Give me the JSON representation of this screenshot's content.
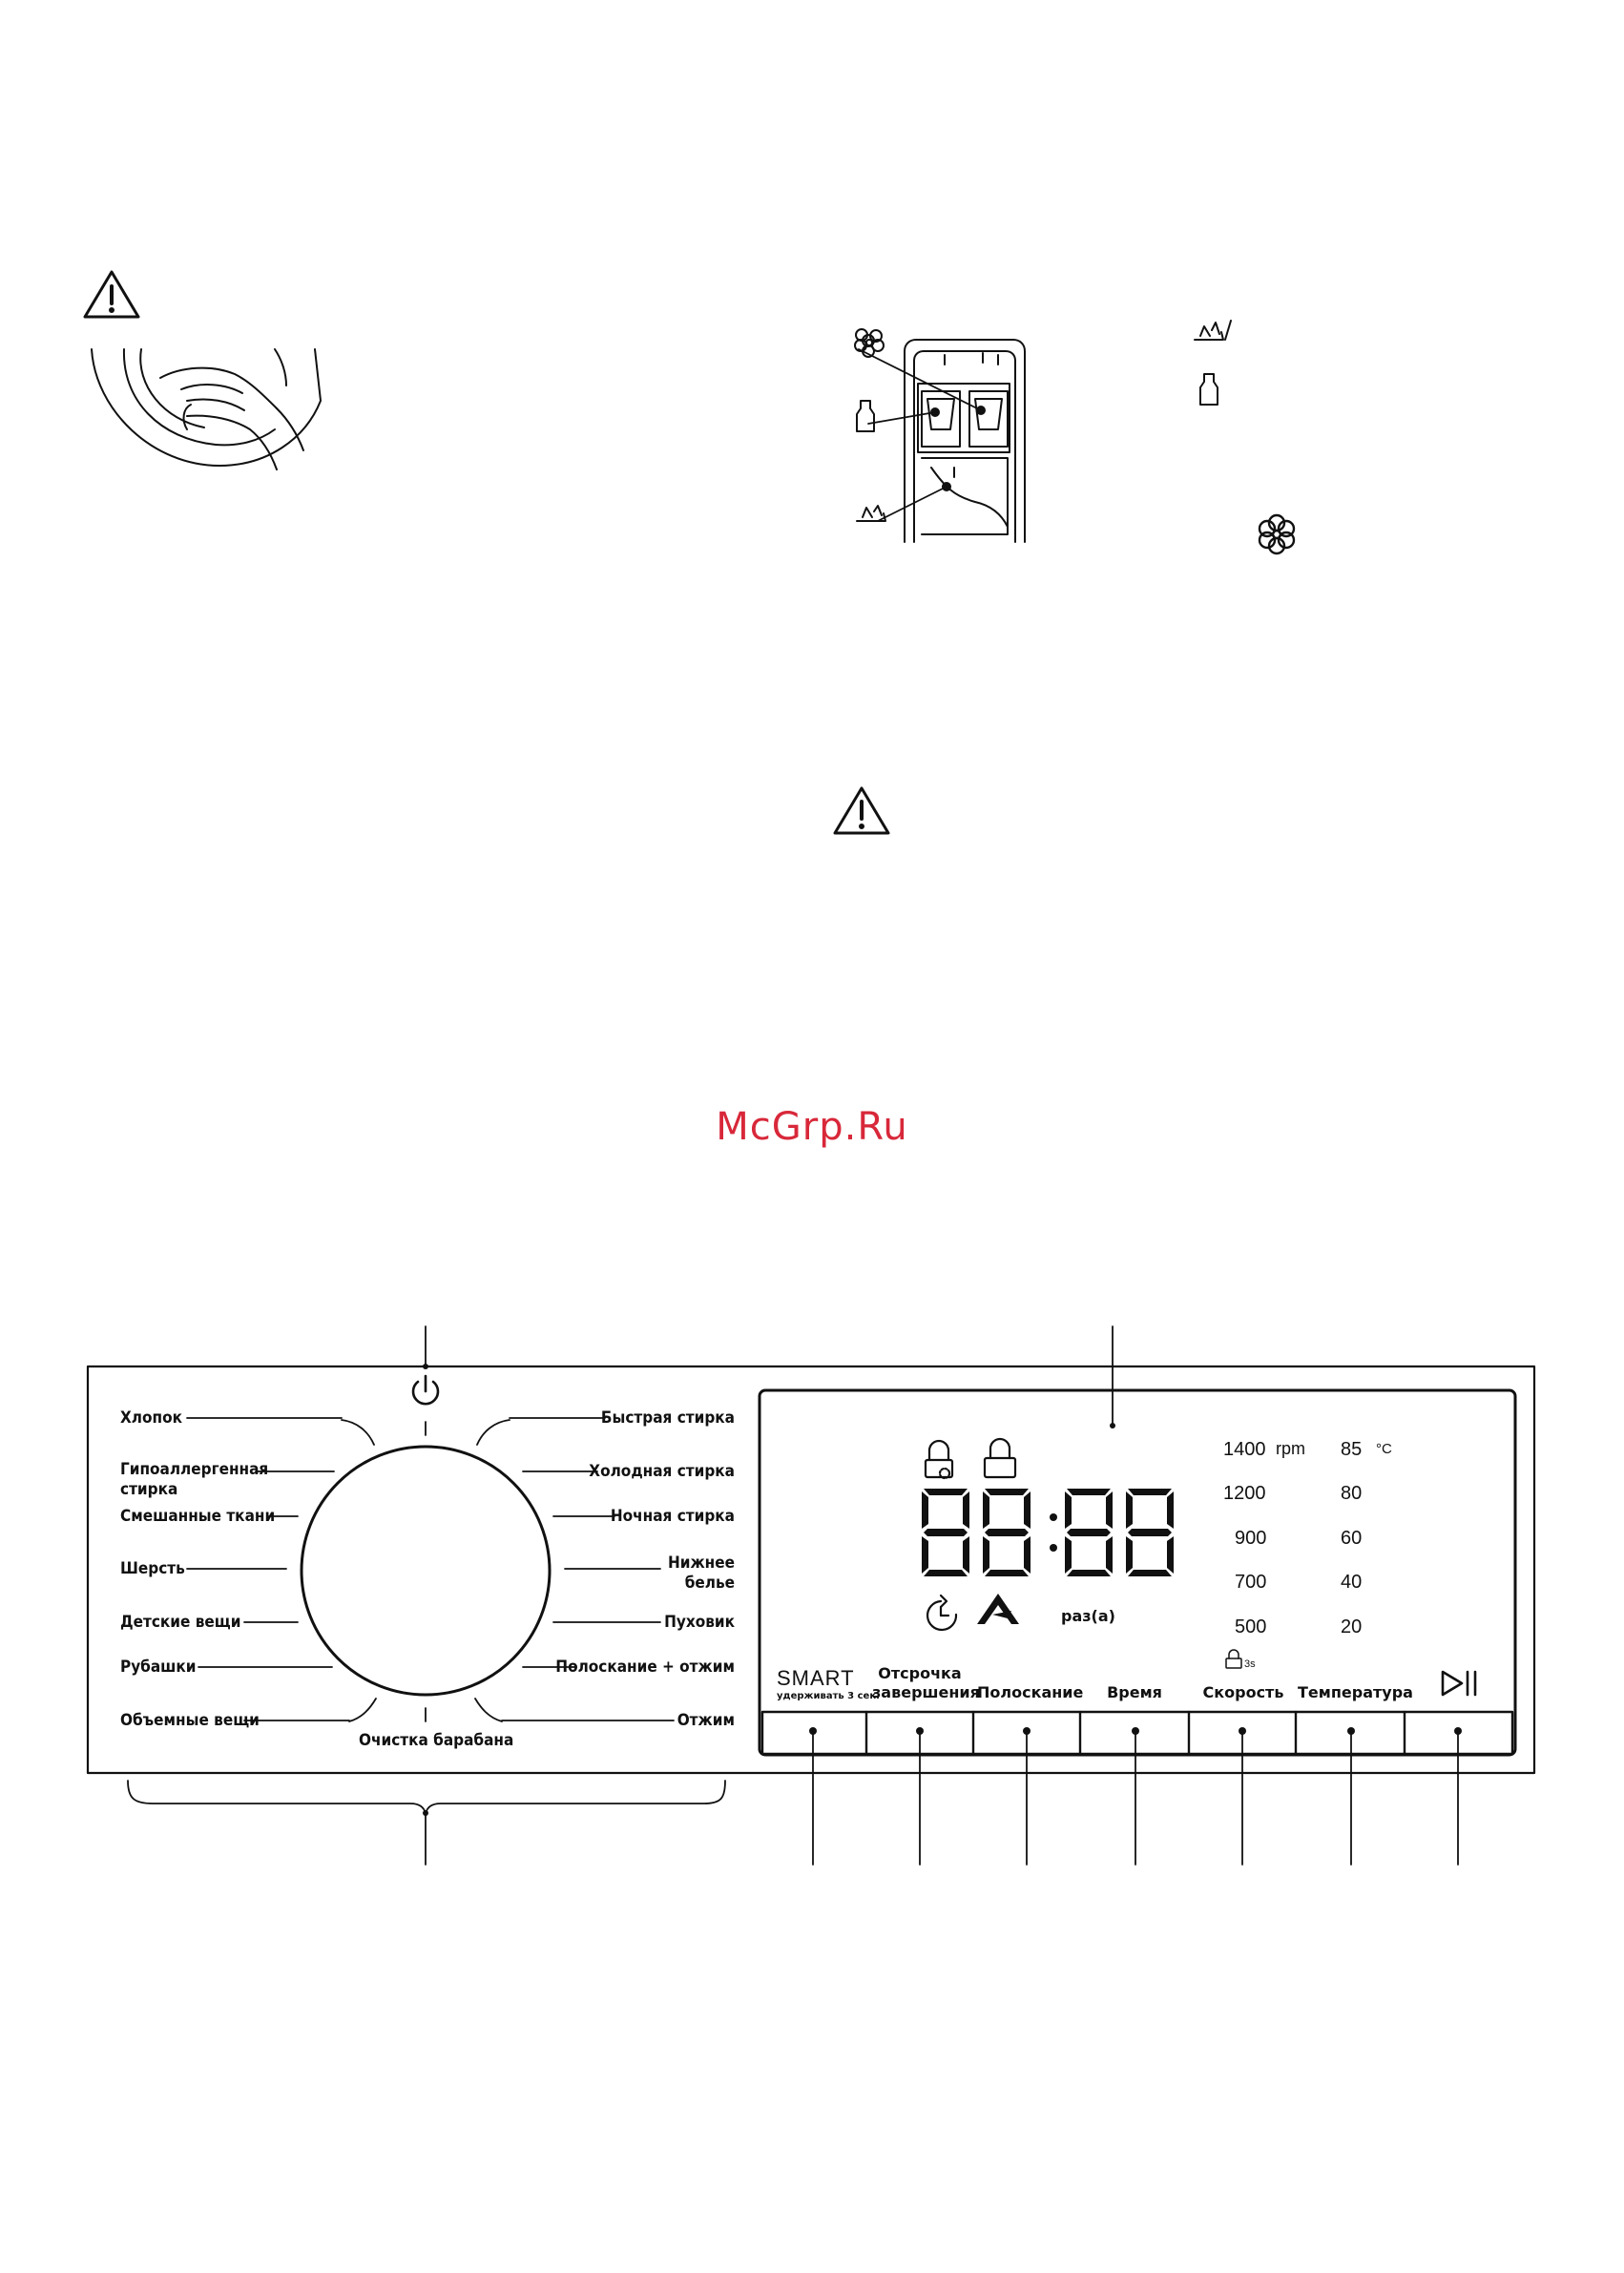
{
  "watermark": "McGrp.Ru",
  "dial": {
    "left_programs": [
      "Хлопок",
      "Гипоаллергенная стирка",
      "Смешанные ткани",
      "Шерсть",
      "Детские вещи",
      "Рубашки",
      "Объемные вещи"
    ],
    "left_line1": "Гипоаллергенная",
    "left_line2": "стирка",
    "right_programs": [
      "Быстрая стирка",
      "Холодная стирка",
      "Ночная стирка",
      "Нижнее белье",
      "Пуховик",
      "Полоскание + отжим",
      "Отжим"
    ],
    "right_line1": "Нижнее",
    "right_line2": "белье",
    "bottom_program": "Очистка барабана"
  },
  "display": {
    "digits": "88:88",
    "rinse_unit": "раз(а)",
    "speeds": [
      "1400",
      "1200",
      "900",
      "700",
      "500"
    ],
    "speed_unit": "rpm",
    "temps": [
      "85",
      "80",
      "60",
      "40",
      "20"
    ],
    "temp_unit": "°C",
    "lock_hint": "3s"
  },
  "buttons": {
    "smart": "SMART",
    "smart_sub": "удерживать 3 сек.",
    "delay_line1": "Отсрочка",
    "delay_line2": "завершения",
    "rinse": "Полоскание",
    "time": "Время",
    "speed": "Скорость",
    "temperature": "Температура"
  },
  "icons": [
    "warning-icon",
    "flower-icon",
    "bottle-icon",
    "powder-icon",
    "power-icon",
    "child-lock-icon",
    "door-lock-icon",
    "clock-icon",
    "auto-dose-icon",
    "play-pause-icon"
  ]
}
